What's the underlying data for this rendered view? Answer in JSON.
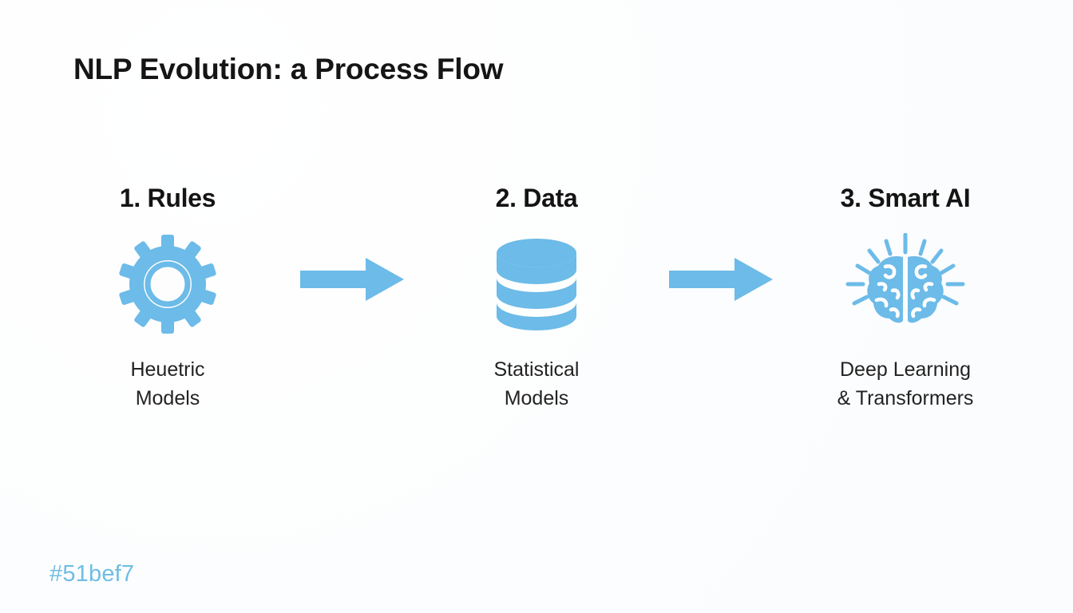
{
  "page": {
    "title": "NLP Evolution: a Process Flow",
    "watermark": "#51bef7",
    "accent_color": "#6cbbe8",
    "heading_color": "#141414",
    "caption_color": "#232323",
    "background_color": "#fdfdfe"
  },
  "flow": {
    "steps": [
      {
        "heading": "1. Rules",
        "icon": "gear-icon",
        "caption_line1": "Heuetric",
        "caption_line2": "Models"
      },
      {
        "heading": "2. Data",
        "icon": "database-icon",
        "caption_line1": "Statistical",
        "caption_line2": "Models"
      },
      {
        "heading": "3. Smart AI",
        "icon": "brain-icon",
        "caption_line1": "Deep Learning",
        "caption_line2": "& Transformers"
      }
    ],
    "connectors": [
      {
        "icon": "arrow-right-icon"
      },
      {
        "icon": "arrow-right-icon"
      }
    ]
  }
}
